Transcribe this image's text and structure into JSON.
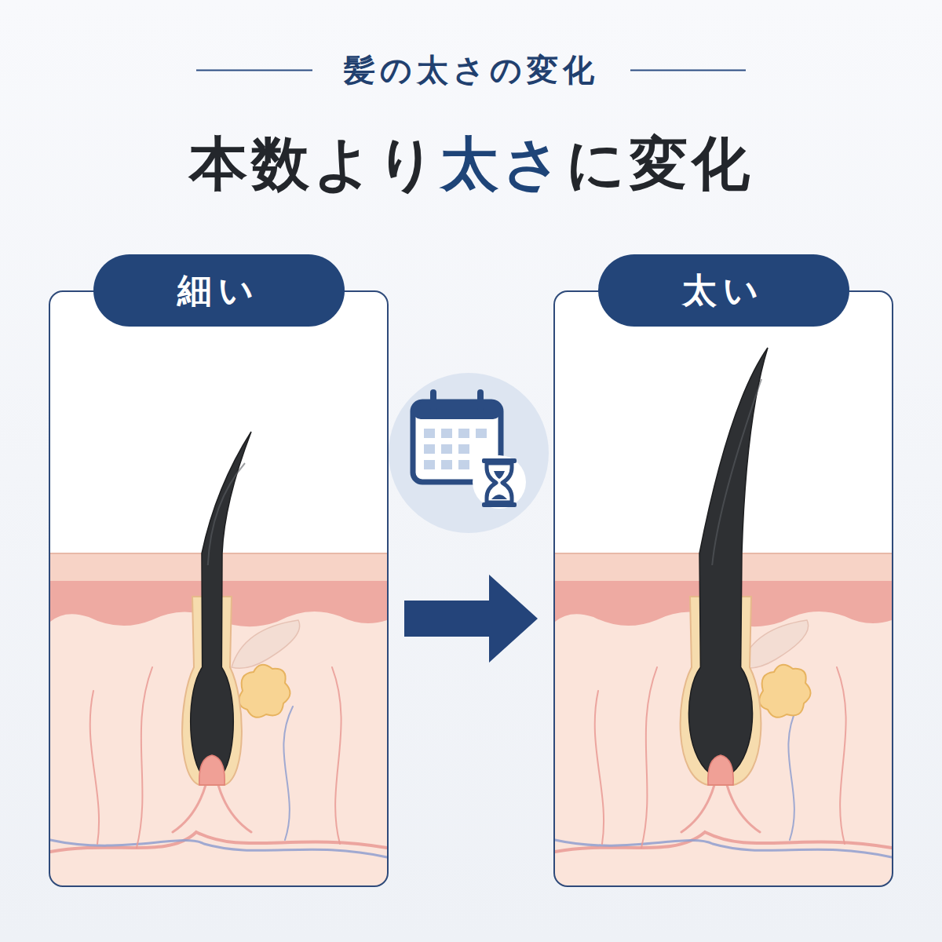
{
  "diagram": {
    "title": "本数より太さに変化",
    "nodes": [
      {
        "text": [
          "細い"
        ]
      },
      {
        "text": [
          "太い"
        ]
      }
    ],
    "edges": [
      {
        "from": 0,
        "to": 1,
        "arrow": "to"
      }
    ],
    "labels": [
      "髪の太さの変化"
    ]
  }
}
